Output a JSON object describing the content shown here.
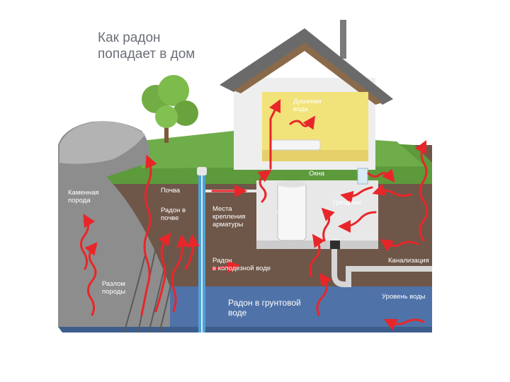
{
  "title": "Как радон\nпопадает в дом",
  "labels": {
    "shower": "Душевая\nвода",
    "windows": "Окна",
    "cracks": "Трещины",
    "rock": "Каменная\nпорода",
    "soil": "Почва",
    "radon_soil": "Радон в\nпочве",
    "fittings": "Места\nкрепления\nарматуры",
    "radon_well": "Радон\nв колодезной воде",
    "sewer": "Канализация",
    "fault": "Разлом\nпороды",
    "groundwater_radon": "Радон в грунтовой\nводе",
    "water_level": "Уровень воды"
  },
  "colors": {
    "sky": "#ffffff",
    "grass": "#5c9a3c",
    "soil": "#6e5749",
    "groundwater": "#4f72a8",
    "rock": "#8d8d8d",
    "house_wall": "#eeeeee",
    "roof": "#6a6a6a",
    "interior": "#f2e27a",
    "radon_arrow": "#e8262a"
  }
}
